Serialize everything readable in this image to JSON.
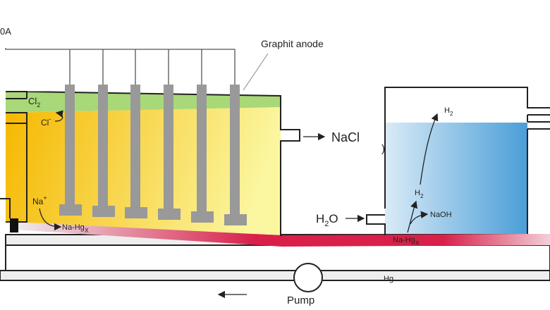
{
  "labels": {
    "current": "0A",
    "anode": "Graphit anode",
    "cl2_base": "Cl",
    "cl2_sub": "2",
    "cl_ion": "Cl",
    "cl_ion_sup": "-",
    "na_ion": "Na",
    "na_ion_sup": "+",
    "nahg_left": "Na-Hg",
    "nahg_left_sub": "X",
    "nacl": "NaCl",
    "partial_char": ")",
    "h2o_base": "H",
    "h2o_sub": "2",
    "h2o_tail": "O",
    "h2_top": "H",
    "h2_top_sub": "2",
    "h2_mid": "H",
    "h2_mid_sub": "2",
    "naoh": "NaOH",
    "nahg_right": "Na-Hg",
    "nahg_right_sub": "X",
    "hg": "Hg",
    "pump": "Pump"
  },
  "colors": {
    "brine_dark": "#f5b800",
    "brine_light": "#fbf6a0",
    "chlorine_gas": "#a8d878",
    "electrode": "#999999",
    "water_dark": "#4a9ed8",
    "water_light": "#d9ebf7",
    "amalgam_red": "#d8204a",
    "pipe": "#eeeeee",
    "outline": "#222222"
  },
  "icons": {
    "connector": "black-terminal",
    "pump": "circle-pump"
  }
}
